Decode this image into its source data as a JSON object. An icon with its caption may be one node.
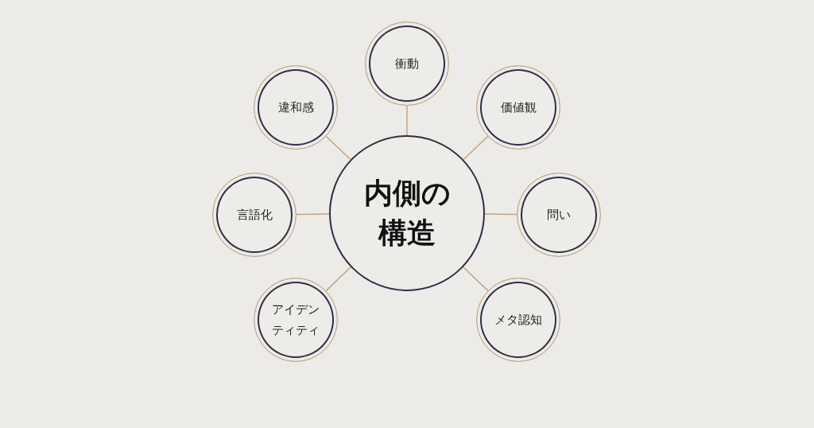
{
  "diagram": {
    "nodes": [
      {
        "text": [
          "内側の構造"
        ]
      },
      {
        "text": [
          "衝動"
        ]
      },
      {
        "text": [
          "違和感"
        ]
      },
      {
        "text": [
          "価値観"
        ]
      },
      {
        "text": [
          "言語化"
        ]
      },
      {
        "text": [
          "問い"
        ]
      },
      {
        "text": [
          "アイデンティティ"
        ]
      },
      {
        "text": [
          "メタ認知"
        ]
      }
    ],
    "edges": [
      {
        "from": 0,
        "to": 1,
        "arrow": "none"
      },
      {
        "from": 0,
        "to": 2,
        "arrow": "none"
      },
      {
        "from": 0,
        "to": 3,
        "arrow": "none"
      },
      {
        "from": 0,
        "to": 4,
        "arrow": "none"
      },
      {
        "from": 0,
        "to": 5,
        "arrow": "none"
      },
      {
        "from": 0,
        "to": 6,
        "arrow": "none"
      },
      {
        "from": 0,
        "to": 7,
        "arrow": "none"
      }
    ]
  }
}
